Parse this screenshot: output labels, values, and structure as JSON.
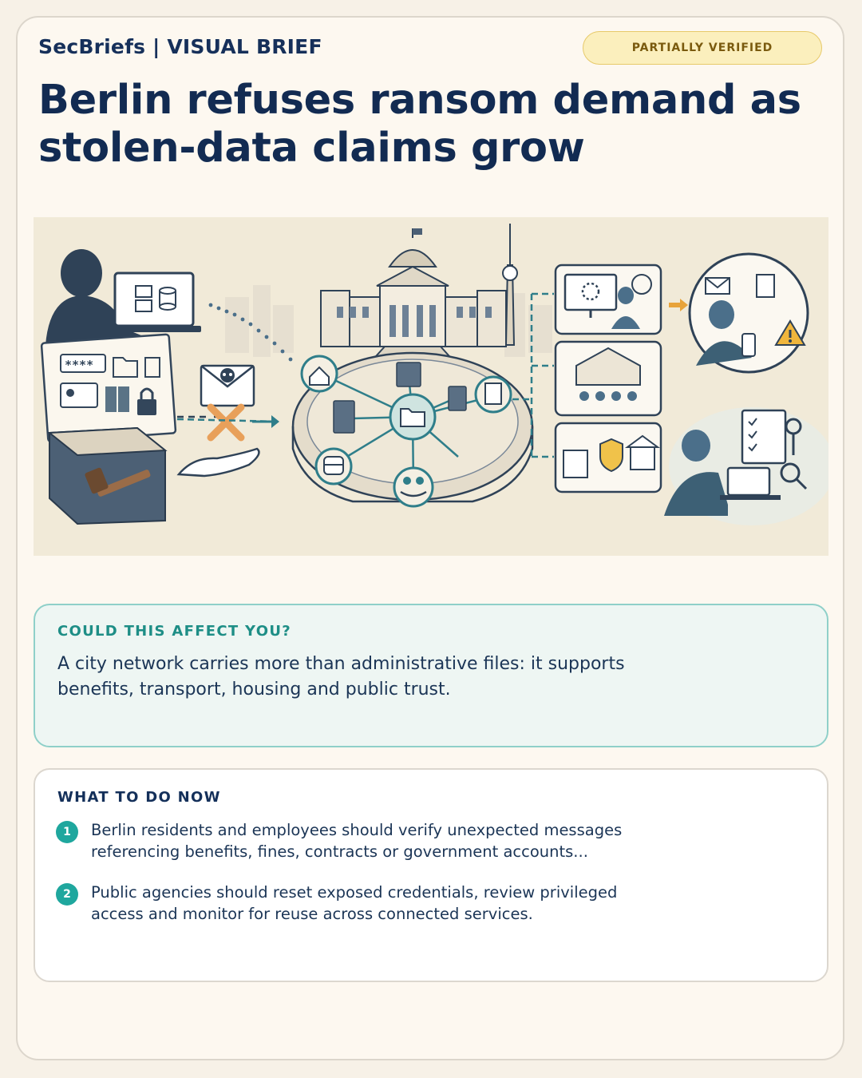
{
  "header": {
    "brand": "SecBriefs | VISUAL BRIEF",
    "badge": "PARTIALLY VERIFIED",
    "title": "Berlin refuses ransom demand as stolen-data claims grow"
  },
  "illustration": {
    "masked_password": "****",
    "icons": [
      "hacker-laptop-icon",
      "stolen-files-icon",
      "ransom-email-icon",
      "refused-payment-icon",
      "city-hall-icon",
      "tv-tower-icon",
      "network-hub-icon",
      "housing-icon",
      "transport-icon",
      "benefits-icon",
      "document-icon",
      "service-disruption-icon",
      "community-housing-icon",
      "civic-services-icon",
      "resident-phone-icon",
      "warning-icon",
      "admin-checklist-icon"
    ]
  },
  "affect": {
    "heading": "COULD THIS AFFECT YOU?",
    "body": "A city network carries more than administrative files: it supports benefits, transport, housing and public trust."
  },
  "actions": {
    "heading": "WHAT TO DO NOW",
    "steps": [
      {
        "num": "1",
        "text": "Berlin residents and employees should verify unexpected messages referencing benefits, fines, contracts or government accounts..."
      },
      {
        "num": "2",
        "text": "Public agencies should reset exposed credentials, review privileged access and monitor for reuse across connected services."
      }
    ]
  },
  "colors": {
    "navy": "#122b52",
    "teal": "#1fa79e",
    "badge_bg": "#fbefbd",
    "warning": "#e8a33a"
  }
}
